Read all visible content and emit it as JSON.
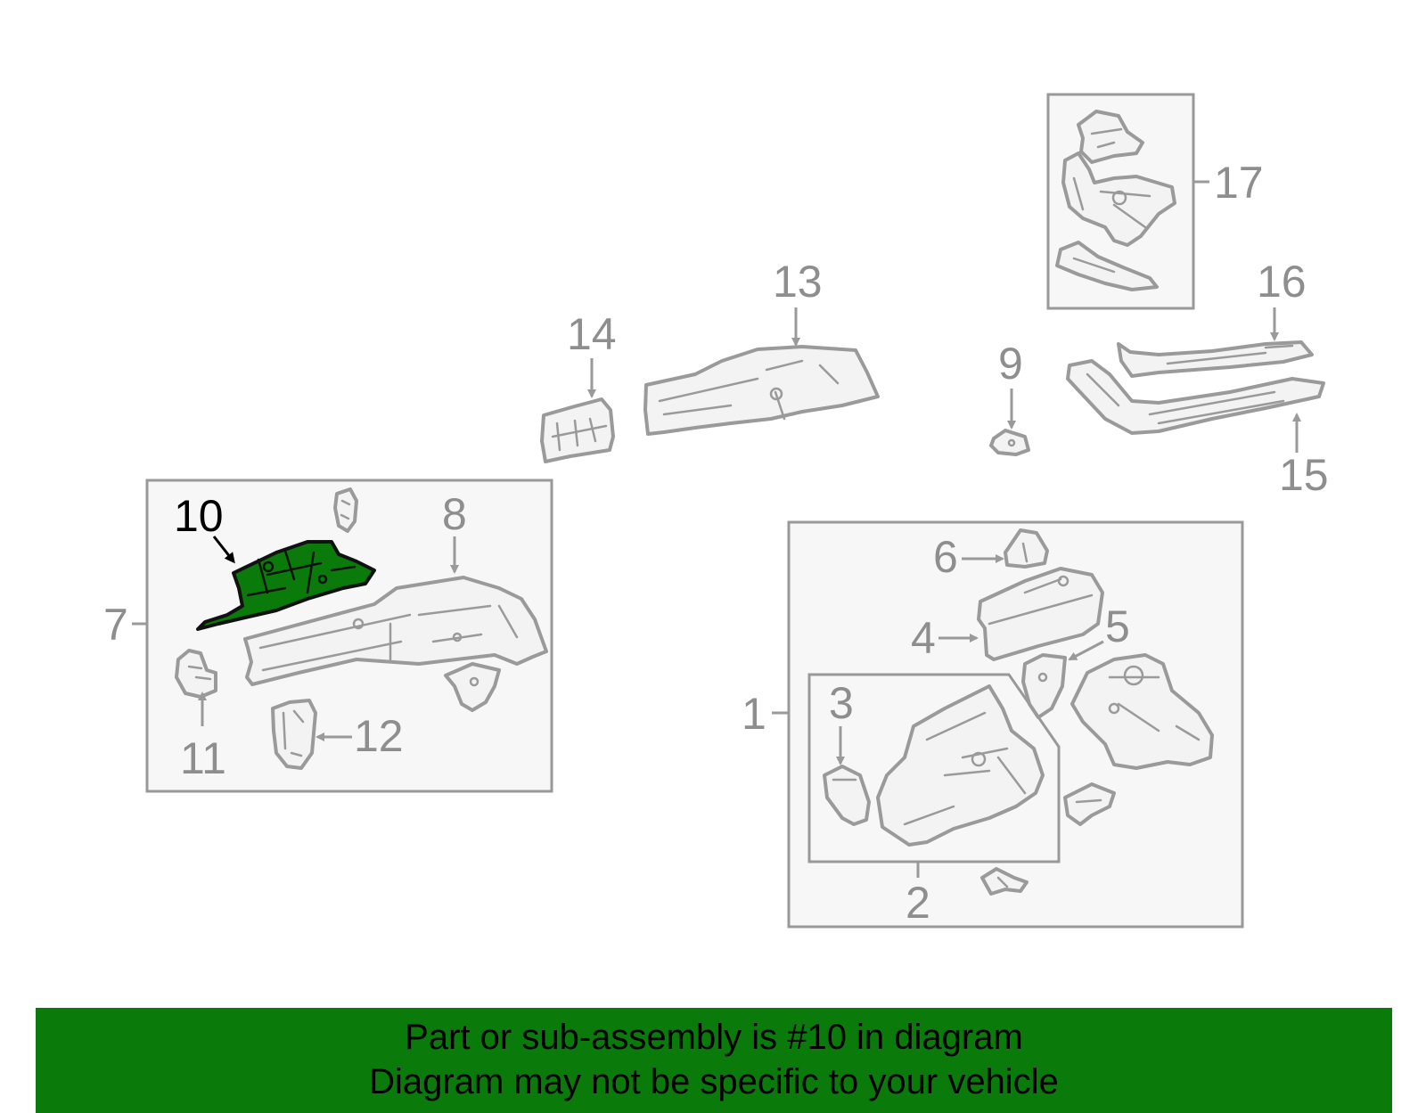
{
  "callouts": {
    "n1": "1",
    "n2": "2",
    "n3": "3",
    "n4": "4",
    "n5": "5",
    "n6": "6",
    "n7": "7",
    "n8": "8",
    "n9": "9",
    "n10": "10",
    "n11": "11",
    "n12": "12",
    "n13": "13",
    "n14": "14",
    "n15": "15",
    "n16": "16",
    "n17": "17"
  },
  "highlighted_part": "10",
  "colors": {
    "highlight": "#0a7a0a",
    "banner": "#0a7a0a",
    "line": "#9a9a9a"
  },
  "footer": {
    "line1": "Part or sub-assembly is #10 in diagram",
    "line2": "Diagram may not be specific to your vehicle"
  }
}
